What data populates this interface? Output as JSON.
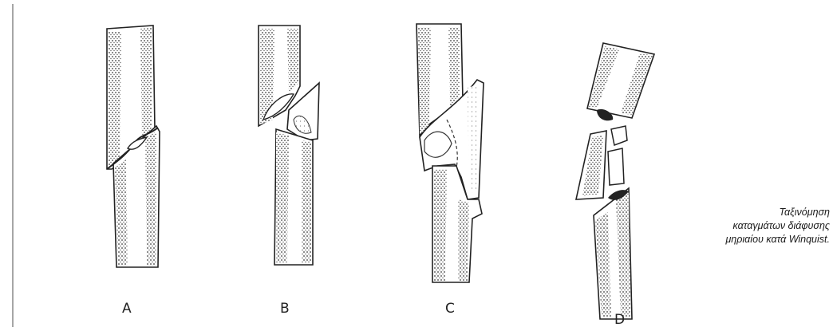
{
  "figure": {
    "panels": [
      {
        "id": "A",
        "label": "A"
      },
      {
        "id": "B",
        "label": "B"
      },
      {
        "id": "C",
        "label": "C"
      },
      {
        "id": "D",
        "label": "D"
      }
    ],
    "caption_lines": [
      "Ταξινόμηση",
      "καταγμάτων διάφυσης",
      "μηριαίου κατά Winquist."
    ]
  }
}
